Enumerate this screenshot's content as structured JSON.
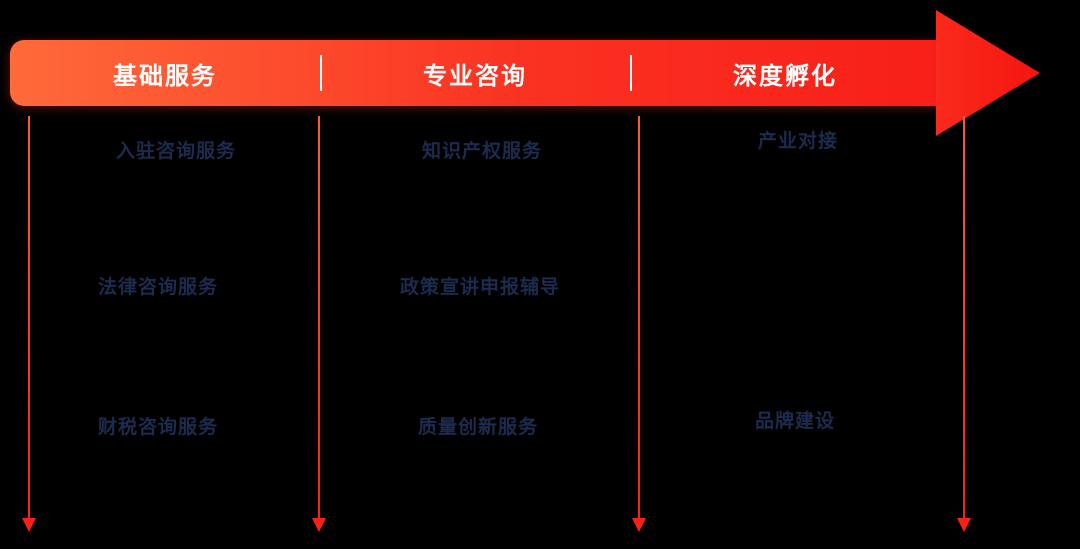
{
  "banner": {
    "sections": [
      {
        "label": "基础服务"
      },
      {
        "label": "专业咨询"
      },
      {
        "label": "深度孵化"
      }
    ],
    "gradient_start": "#ff6a3a",
    "gradient_end": "#f5150f"
  },
  "columns": [
    {
      "items": [
        {
          "label": "入驻咨询服务"
        },
        {
          "label": "法律咨询服务"
        },
        {
          "label": "财税咨询服务"
        }
      ]
    },
    {
      "items": [
        {
          "label": "知识产权服务"
        },
        {
          "label": "政策宣讲申报辅导"
        },
        {
          "label": "质量创新服务"
        }
      ]
    },
    {
      "items": [
        {
          "label": "产业对接"
        },
        {
          "label": "品牌建设"
        }
      ]
    }
  ],
  "colors": {
    "item_text": "#1c2b4e",
    "arrow_red": "#fb2015",
    "background": "#000000"
  }
}
